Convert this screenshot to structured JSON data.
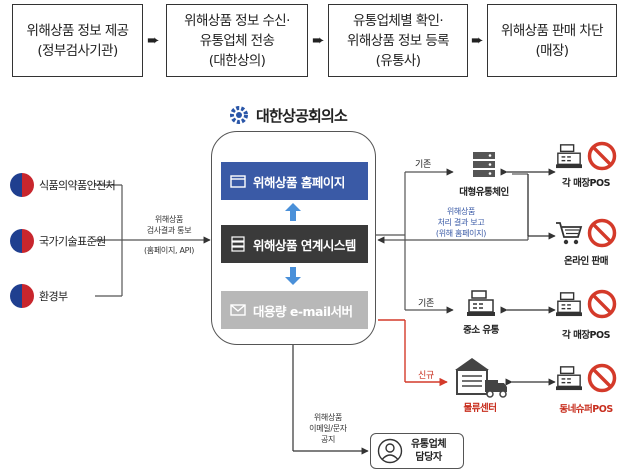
{
  "process_steps": [
    {
      "line1": "위해상품 정보 제공",
      "line2": "(정부검사기관)"
    },
    {
      "line1": "위해상품 정보 수신·",
      "line2": "유통업체 전송",
      "line3": "(대한상의)"
    },
    {
      "line1": "유통업체별 확인·",
      "line2": "위해상품 정보 등록",
      "line3": "(유통사)"
    },
    {
      "line1": "위해상품 판매 차단",
      "line2": "(매장)"
    }
  ],
  "hub": {
    "org_name": "대한상공회의소",
    "modules": {
      "homepage": "위해상품 홈페이지",
      "system": "위해상품 연계시스템",
      "email": "대용량 e-mail서버"
    }
  },
  "agencies": [
    "식품의약품안전처",
    "국가기술표준원",
    "환경부"
  ],
  "flow_labels": {
    "inspection_line1": "위해상품",
    "inspection_line2": "검사결과 통보",
    "inspection_line3": "(홈페이지, API)",
    "report_line1": "위해상품",
    "report_line2": "처리 결과 보고",
    "report_line3": "(위해 홈페이지)",
    "notify_line1": "위해상품",
    "notify_line2": "이메일/문자",
    "notify_line3": "공지"
  },
  "tags": {
    "existing_top": "기존",
    "existing_mid": "기존",
    "new": "신규"
  },
  "distributors": {
    "large": "대형유통체인",
    "small": "중소 유통",
    "logistics": "물류센터",
    "contact": "유통업체\n담당자"
  },
  "endpoints": {
    "store_pos": "각 매장POS",
    "online": "온라인 판매",
    "store_pos_small": "각 매장POS",
    "neighborhood_pos": "동네슈퍼POS"
  },
  "colors": {
    "navy": "#3a5aa6",
    "dark": "#3a3a3a",
    "gray": "#b8b8b8",
    "arrow_blue": "#4a90d9",
    "red": "#d43a2a",
    "new_red": "#c82e1e"
  }
}
